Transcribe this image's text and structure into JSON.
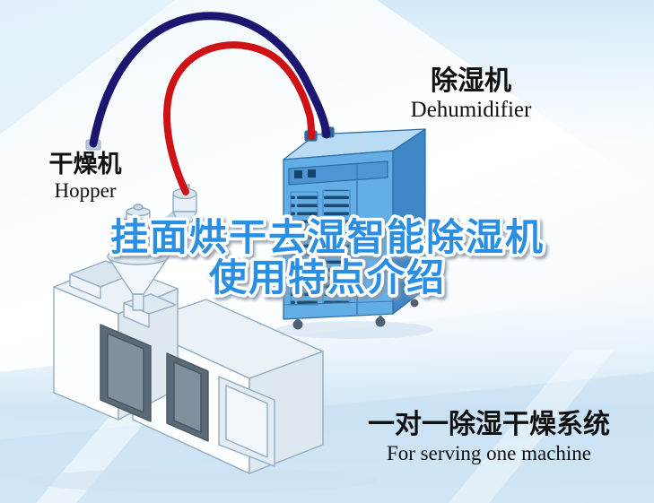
{
  "labels": {
    "hopper_cn": "干燥机",
    "hopper_en": "Hopper",
    "dehumidifier_cn": "除湿机",
    "dehumidifier_en": "Dehumidifier",
    "system_cn": "一对一除湿干燥系统",
    "system_en": "For serving one machine"
  },
  "title": {
    "line1": "挂面烘干去湿智能除湿机",
    "line2": "使用特点介绍",
    "color": "#2b8fe3"
  },
  "colors": {
    "pipe_red": "#cf1216",
    "pipe_navy": "#1c1670",
    "dehumidifier_front": "#64aee6",
    "dehumidifier_top": "#b9dcf4",
    "dehumidifier_side": "#3f87c6",
    "background_band": "#cde4f5"
  }
}
